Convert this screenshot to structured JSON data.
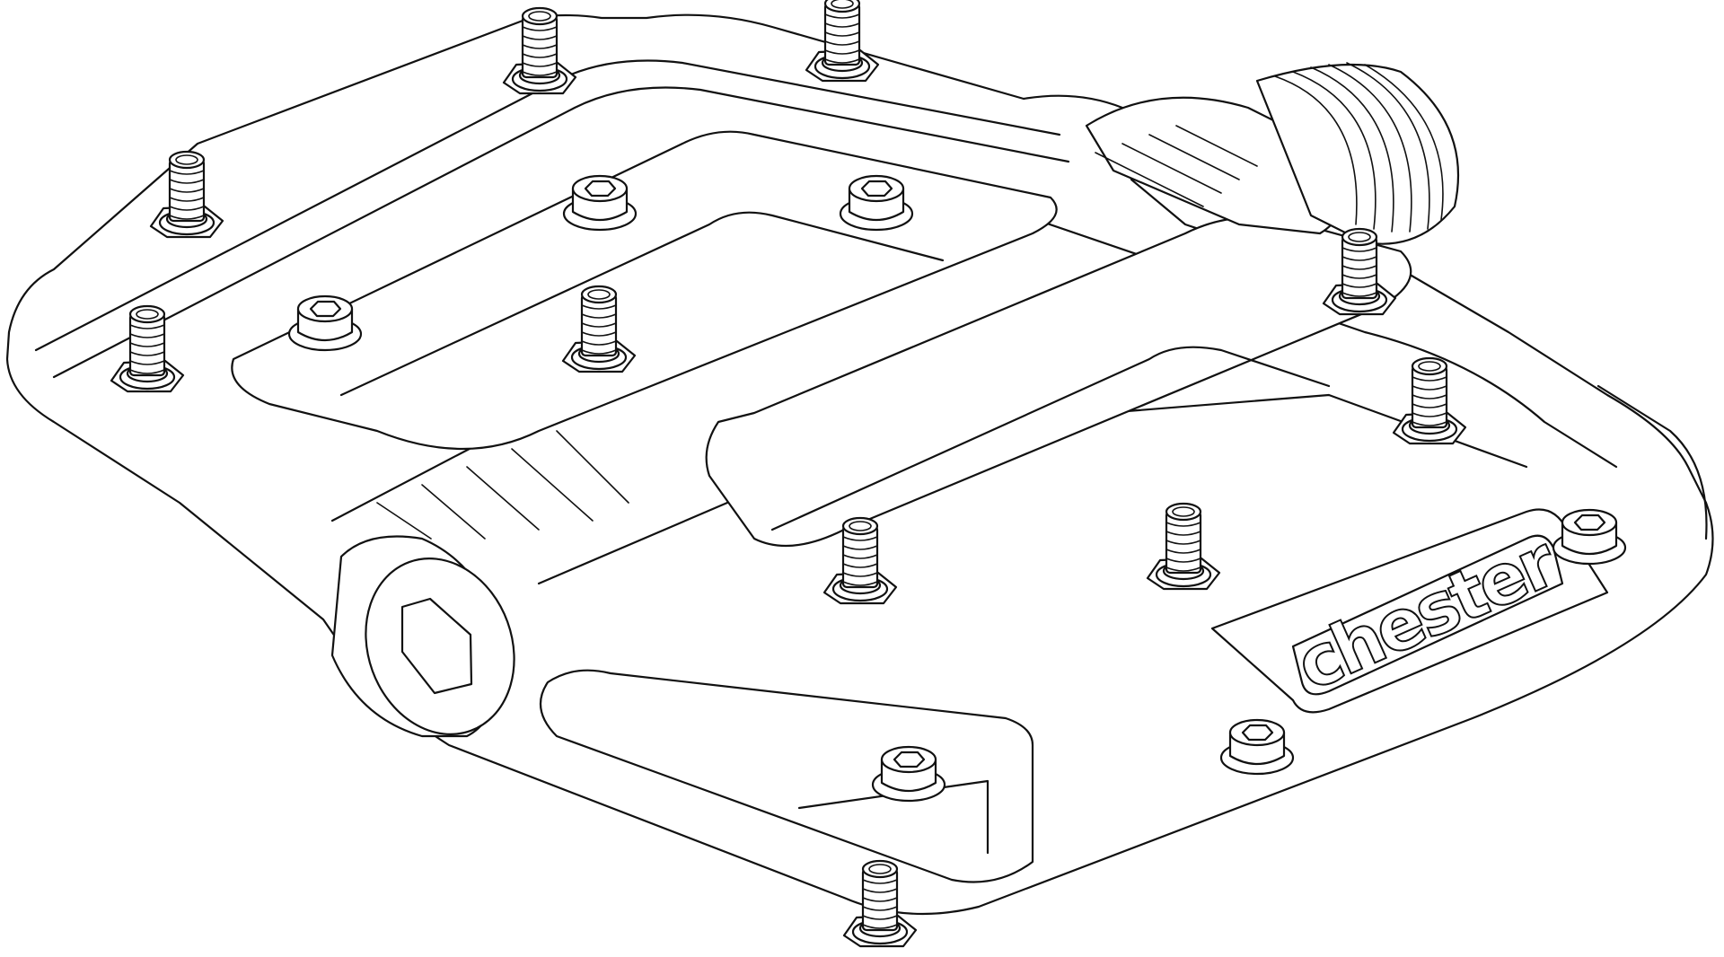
{
  "figure": {
    "subject": "flat bike pedal line drawing",
    "style": "black outline on white",
    "background": "#ffffff",
    "line_color": "#111111"
  },
  "logo": {
    "text": "chester"
  },
  "components": {
    "traction_pins": 10,
    "socket_head_bolts": 6,
    "axle_threads": 6,
    "hex_socket_end": 1
  }
}
